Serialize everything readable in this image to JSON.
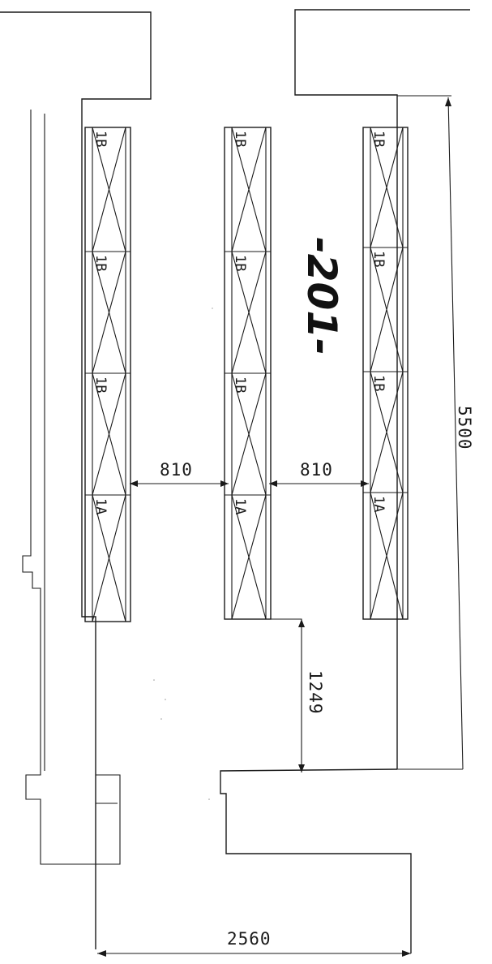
{
  "drawing": {
    "page_number": "-201-",
    "dimensions": {
      "aisle_left": "810",
      "aisle_right": "810",
      "clearance": "1249",
      "length": "5500",
      "width": "2560"
    },
    "racks": [
      {
        "modules": [
          "1B",
          "1B",
          "1B",
          "1A"
        ]
      },
      {
        "modules": [
          "1B",
          "1B",
          "1B",
          "1A"
        ]
      },
      {
        "modules": [
          "1B",
          "1B",
          "1B",
          "1A"
        ]
      }
    ]
  }
}
